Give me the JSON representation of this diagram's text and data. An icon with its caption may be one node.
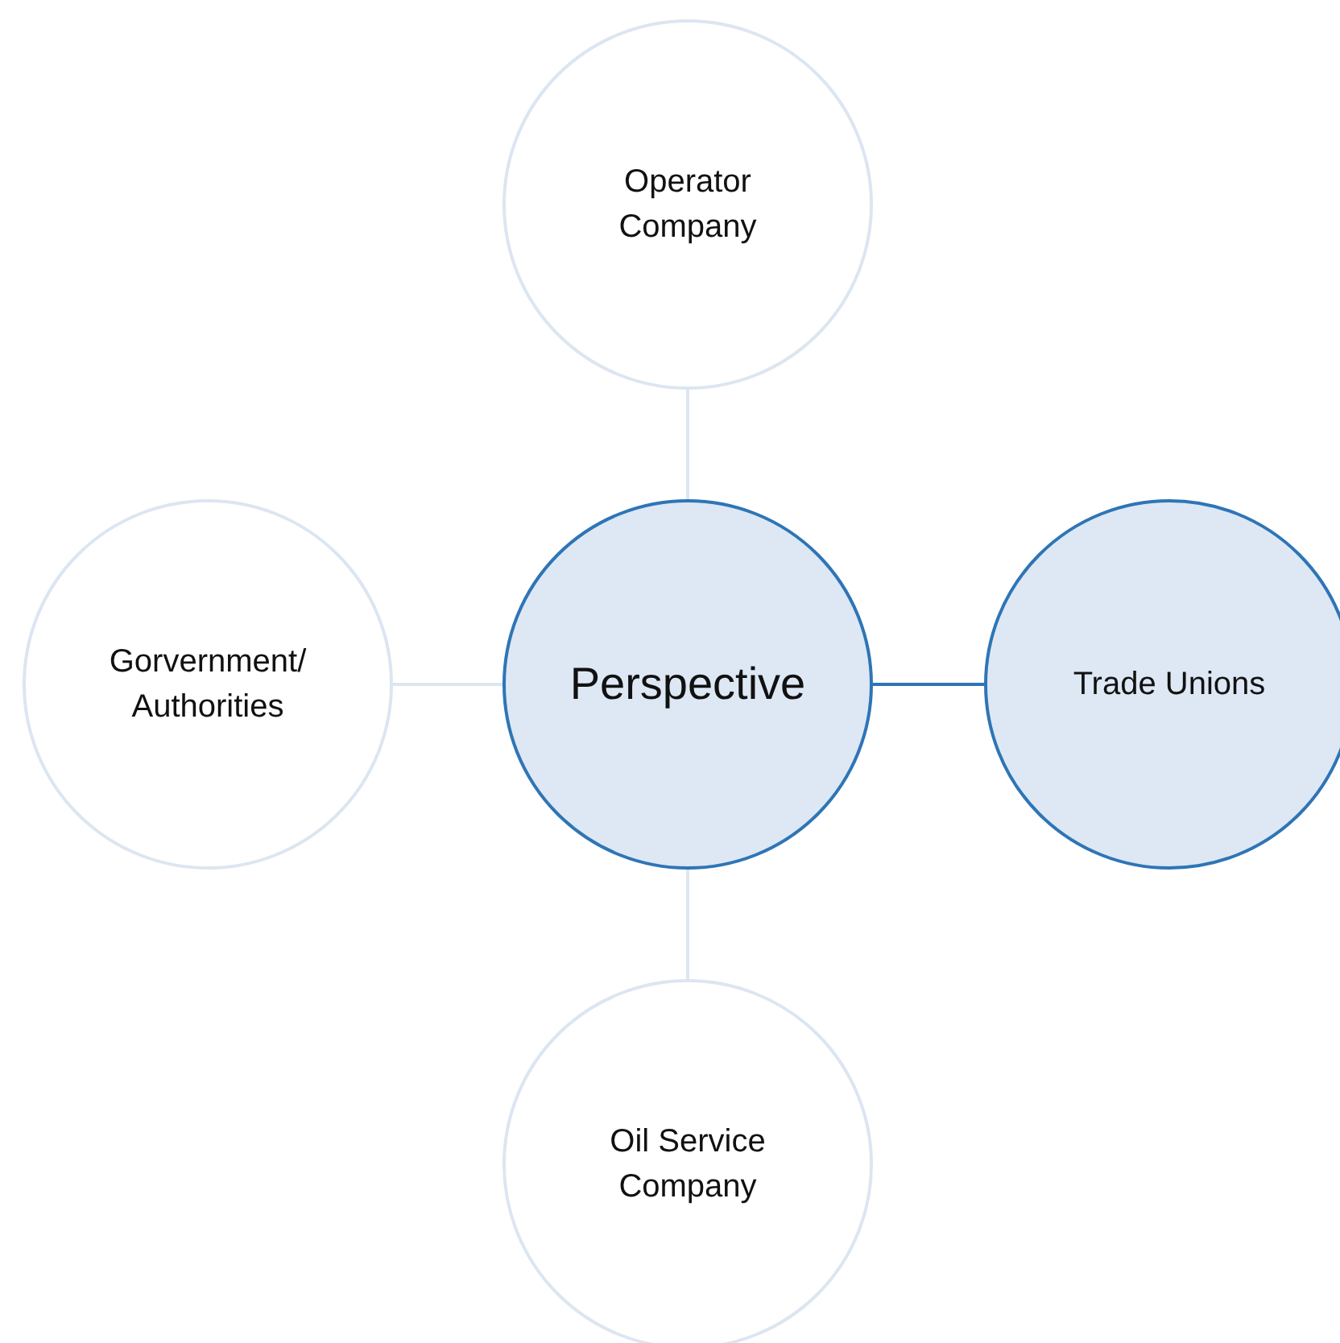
{
  "diagram": {
    "nodes": [
      {
        "text": [
          "Operator Company"
        ]
      },
      {
        "text": [
          "Gorvernment/ Authorities"
        ]
      },
      {
        "text": [
          "Perspective"
        ]
      },
      {
        "text": [
          "Trade Unions"
        ]
      },
      {
        "text": [
          "Oil Service Company"
        ]
      }
    ],
    "edges": [
      {
        "from": 2,
        "to": 0,
        "arrow": "none"
      },
      {
        "from": 2,
        "to": 1,
        "arrow": "none"
      },
      {
        "from": 2,
        "to": 3,
        "arrow": "none",
        "color": "#2e75b6"
      },
      {
        "from": 2,
        "to": 4,
        "arrow": "none"
      }
    ]
  }
}
